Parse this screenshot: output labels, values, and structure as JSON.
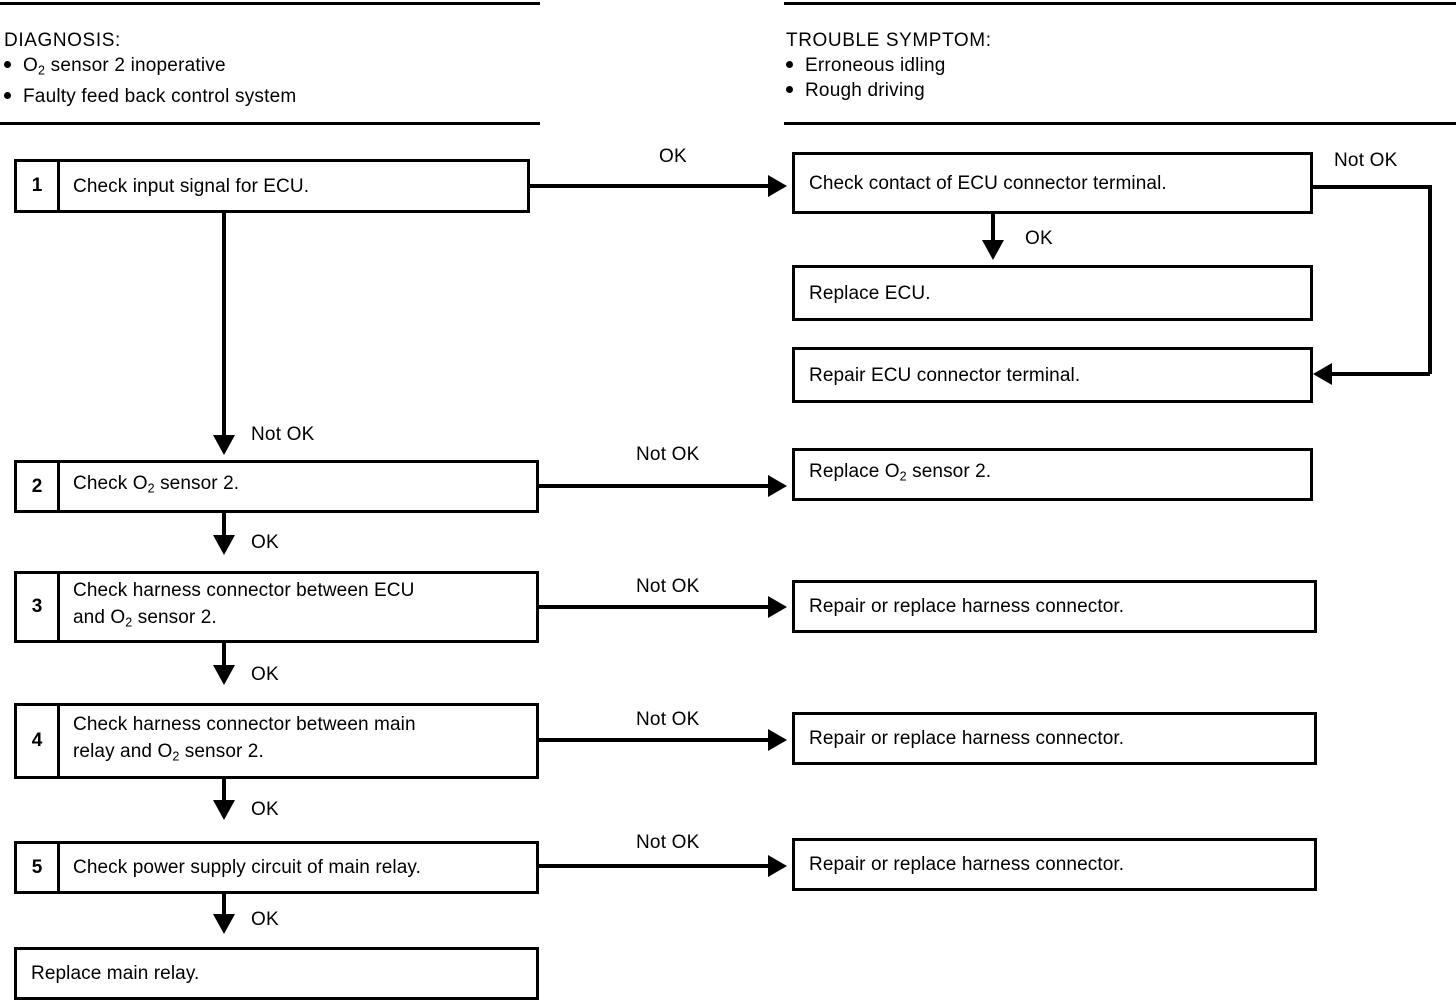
{
  "document": {
    "type": "diagnostic-flowchart",
    "left_header": {
      "title": "DIAGNOSIS:",
      "bullets": [
        "O2 sensor 2 inoperative",
        "Faulty feed back control system"
      ],
      "bullet_html": [
        "O<sub>2</sub> sensor 2 inoperative",
        "Faulty feed back control system"
      ]
    },
    "right_header": {
      "title": "TROUBLE SYMPTOM:",
      "bullets": [
        "Erroneous idling",
        "Rough driving"
      ],
      "bullet_html": [
        "Erroneous idling",
        "Rough driving"
      ]
    }
  },
  "steps": [
    {
      "number": "1",
      "text": "Check input signal for ECU.",
      "html": "Check input signal for ECU."
    },
    {
      "number": "2",
      "text": "Check O2 sensor 2.",
      "html": "Check O<sub>2</sub> sensor 2."
    },
    {
      "number": "3",
      "text": "Check harness connector between ECU and O2 sensor 2.",
      "html": "Check harness connector between ECU<br>and O<sub>2</sub> sensor 2."
    },
    {
      "number": "4",
      "text": "Check harness connector between main relay and O2 sensor 2.",
      "html": "Check harness connector between main<br>relay and O<sub>2</sub> sensor 2."
    },
    {
      "number": "5",
      "text": "Check power supply circuit of main relay.",
      "html": "Check power supply circuit of main relay."
    }
  ],
  "left_terminal": {
    "text": "Replace main relay.",
    "html": "Replace main relay."
  },
  "results": [
    {
      "text": "Check contact of ECU connector terminal.",
      "html": "Check contact of ECU connector terminal."
    },
    {
      "text": "Replace ECU.",
      "html": "Replace ECU."
    },
    {
      "text": "Repair ECU connector terminal.",
      "html": "Repair ECU connector terminal."
    },
    {
      "text": "Replace O2 sensor 2.",
      "html": "Replace O<sub>2</sub> sensor 2."
    },
    {
      "text": "Repair or replace harness connector.",
      "html": "Repair or replace harness connector."
    },
    {
      "text": "Repair or replace harness connector.",
      "html": "Repair or replace harness connector."
    },
    {
      "text": "Repair or replace harness connector.",
      "html": "Repair or replace harness connector."
    }
  ],
  "connector_labels": {
    "step1_right": "OK",
    "step1_down": "Not OK",
    "result1_down": "OK",
    "result1_right": "Not OK",
    "step2_right": "Not OK",
    "step2_down": "OK",
    "step3_right": "Not OK",
    "step3_down": "OK",
    "step4_right": "Not OK",
    "step4_down": "OK",
    "step5_right": "Not OK",
    "step5_down": "OK"
  },
  "colors": {
    "ink": "#000000",
    "paper": "#ffffff"
  }
}
